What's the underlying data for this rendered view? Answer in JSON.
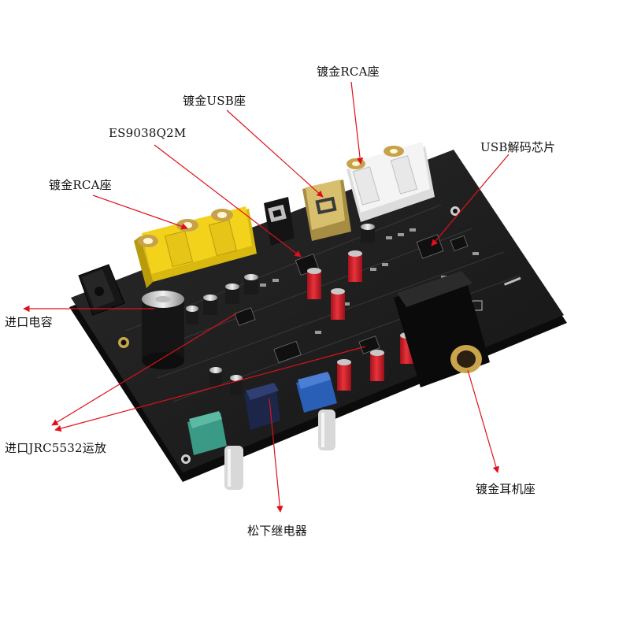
{
  "labels": {
    "rca_right": "镀金RCA座",
    "usb_jack": "镀金USB座",
    "dac_chip": "ES9038Q2M",
    "rca_left": "镀金RCA座",
    "usb_decoder": "USB解码芯片",
    "capacitor": "进口电容",
    "opamp": "进口JRC5532运放",
    "headphone_jack": "镀金耳机座",
    "relay": "松下继电器"
  },
  "colors": {
    "arrow": "#e0101a",
    "pcb": "#1c1c1c",
    "rca_yellow": "#f2d21a",
    "rca_white": "#f4f4f4",
    "capacitor_red": "#d2202a",
    "pot_teal": "#3a9a86",
    "pot_blue": "#2a5fb8",
    "relay_blue": "#23325e"
  }
}
